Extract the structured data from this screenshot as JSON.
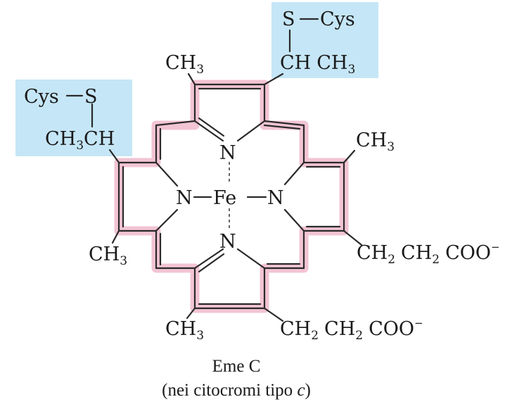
{
  "labels": {
    "ch3": "CH",
    "three": "3",
    "ch": "CH",
    "ch2": "CH",
    "two": "2",
    "coo": "COO",
    "minus": "−",
    "n": "N",
    "fe": "Fe",
    "s": "S",
    "cys": "Cys"
  },
  "caption": {
    "line1": "Eme C",
    "line2_prefix": "(nei citocromi tipo ",
    "line2_italic": "c",
    "line2_suffix": ")"
  },
  "colors": {
    "highlight_box": "#c5e6f6",
    "conjugation_highlight": "#f2c4d4",
    "bond": "#2a2a2a"
  }
}
